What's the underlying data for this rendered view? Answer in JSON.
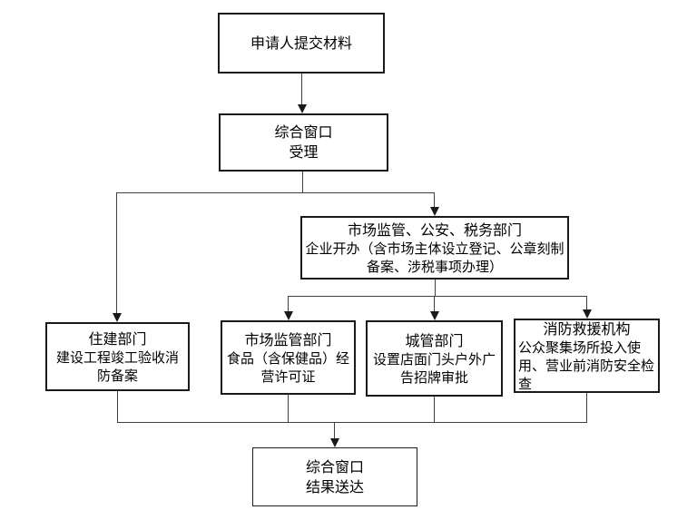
{
  "colors": {
    "background": "#ffffff",
    "box_border": "#1a1a1a",
    "connector": "#404040",
    "text": "#000000"
  },
  "flowchart": {
    "nodes": {
      "submit": {
        "text": "申请人提交材料"
      },
      "accept": {
        "text": "综合窗口\n受理"
      },
      "enterprise": {
        "title": "市场监管、公安、税务部门",
        "desc": "企业开办（含市场主体设立登记、公章刻制\n备案、涉税事项办理）"
      },
      "housing": {
        "title": "住建部门",
        "desc": "建设工程竣工验收消\n防备案"
      },
      "market": {
        "title": "市场监管部门",
        "desc": "食品（含保健品）经\n营许可证"
      },
      "urban": {
        "title": "城管部门",
        "desc": "设置店面门头户外广\n告招牌审批"
      },
      "fire": {
        "title": "消防救援机构",
        "desc": "公众聚集场所投入使\n用、营业前消防安全检\n查"
      },
      "result": {
        "text": "综合窗口\n结果送达"
      }
    }
  }
}
